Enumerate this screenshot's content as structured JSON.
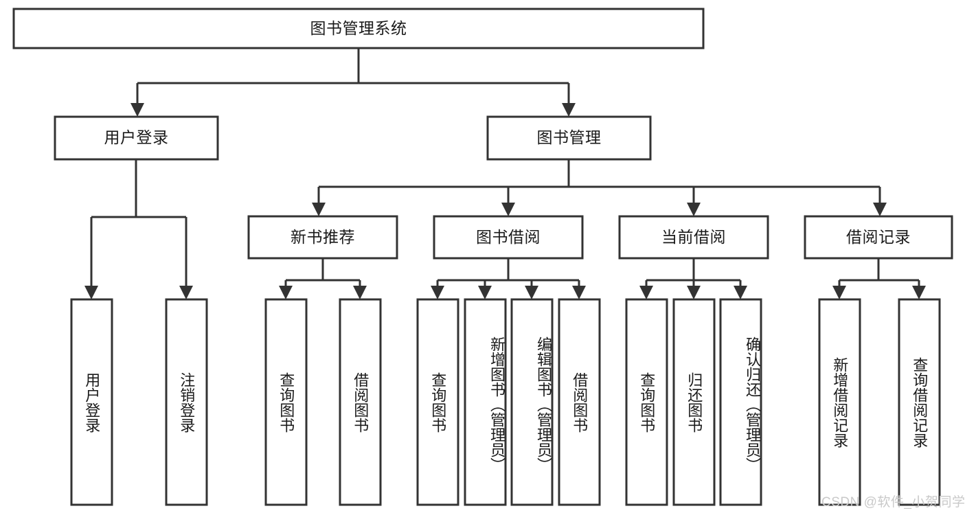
{
  "diagram": {
    "type": "tree-hierarchy",
    "title": "图书管理系统",
    "root": {
      "label": "图书管理系统"
    },
    "level2": [
      {
        "label": "用户登录"
      },
      {
        "label": "图书管理"
      }
    ],
    "level3": [
      {
        "label": "新书推荐"
      },
      {
        "label": "图书借阅"
      },
      {
        "label": "当前借阅"
      },
      {
        "label": "借阅记录"
      }
    ],
    "leaves": {
      "user_login": [
        {
          "label": "用户登录"
        },
        {
          "label": "注销登录"
        }
      ],
      "new_book_recommend": [
        {
          "label": "查询图书"
        },
        {
          "label": "借阅图书"
        }
      ],
      "book_borrow": [
        {
          "label": "查询图书"
        },
        {
          "label": "新增图书（管理员）"
        },
        {
          "label": "编辑图书（管理员）"
        },
        {
          "label": "借阅图书"
        }
      ],
      "current_borrow": [
        {
          "label": "查询图书"
        },
        {
          "label": "归还图书"
        },
        {
          "label": "确认归还（管理员）"
        }
      ],
      "borrow_record": [
        {
          "label": "新增借阅记录"
        },
        {
          "label": "查询借阅记录"
        }
      ]
    }
  },
  "watermark": {
    "text": "CSDN @软件_小贺同学"
  },
  "colors": {
    "box_stroke": "#333333",
    "box_fill": "#ffffff",
    "text": "#1a1a1a",
    "watermark": "#c9c9c9",
    "background": "#ffffff"
  }
}
